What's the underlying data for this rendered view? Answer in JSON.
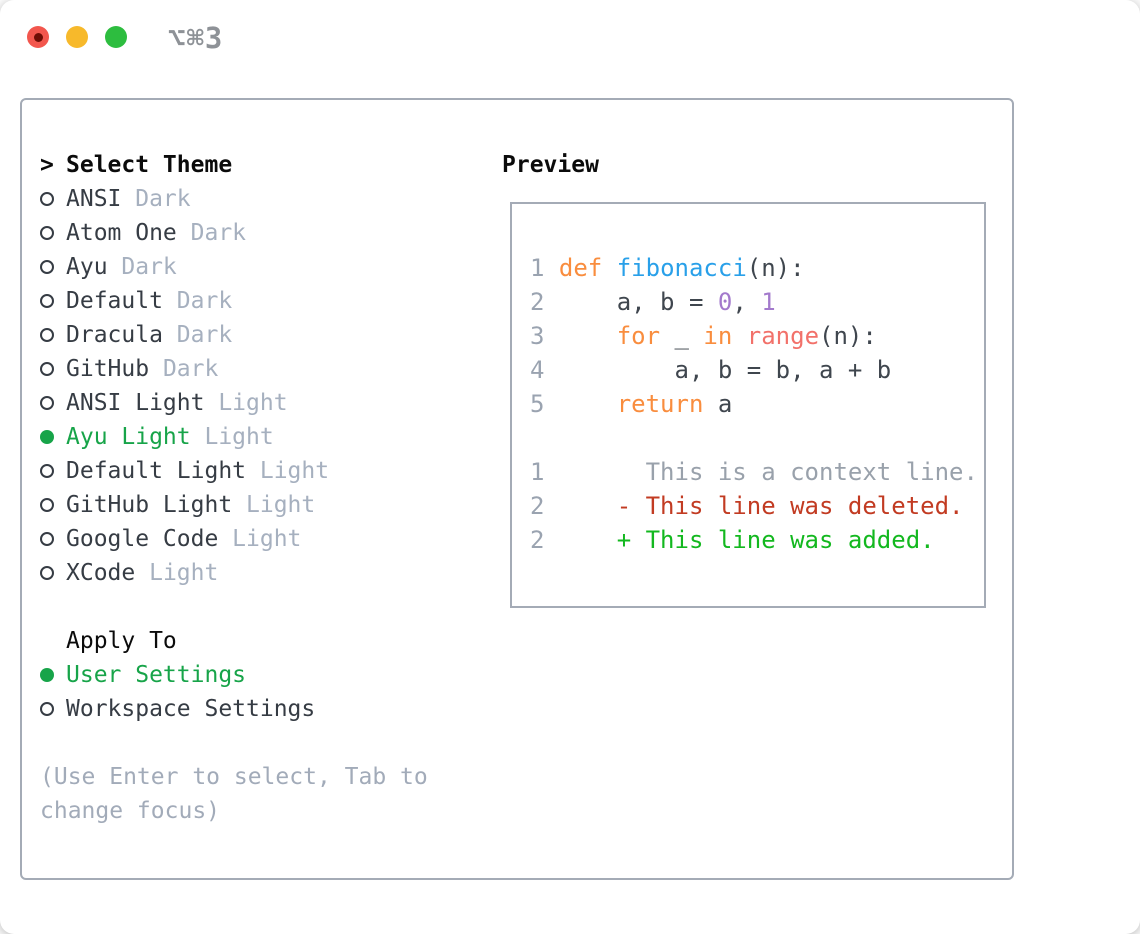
{
  "titlebar": {
    "shortcut": "⌥⌘3"
  },
  "theme_panel": {
    "cursor": ">",
    "title": "Select Theme",
    "items": [
      {
        "name": "ANSI",
        "variant": "Dark",
        "selected": false
      },
      {
        "name": "Atom One",
        "variant": "Dark",
        "selected": false
      },
      {
        "name": "Ayu",
        "variant": "Dark",
        "selected": false
      },
      {
        "name": "Default",
        "variant": "Dark",
        "selected": false
      },
      {
        "name": "Dracula",
        "variant": "Dark",
        "selected": false
      },
      {
        "name": "GitHub",
        "variant": "Dark",
        "selected": false
      },
      {
        "name": "ANSI Light",
        "variant": "Light",
        "selected": false
      },
      {
        "name": "Ayu Light",
        "variant": "Light",
        "selected": true
      },
      {
        "name": "Default Light",
        "variant": "Light",
        "selected": false
      },
      {
        "name": "GitHub Light",
        "variant": "Light",
        "selected": false
      },
      {
        "name": "Google Code",
        "variant": "Light",
        "selected": false
      },
      {
        "name": "XCode",
        "variant": "Light",
        "selected": false
      }
    ]
  },
  "apply_panel": {
    "title": "Apply To",
    "items": [
      {
        "name": "User Settings",
        "selected": true
      },
      {
        "name": "Workspace Settings",
        "selected": false
      }
    ]
  },
  "hint": {
    "line1": "(Use Enter to select, Tab to",
    "line2": "change focus)"
  },
  "preview": {
    "title": "Preview",
    "lines": [
      {
        "num": "1",
        "kind": "code",
        "tokens": [
          {
            "t": "def",
            "c": "kw"
          },
          {
            "t": " ",
            "c": "plain"
          },
          {
            "t": "fibonacci",
            "c": "fn"
          },
          {
            "t": "(n):",
            "c": "plain"
          }
        ]
      },
      {
        "num": "2",
        "kind": "code",
        "tokens": [
          {
            "t": "    a, b = ",
            "c": "plain"
          },
          {
            "t": "0",
            "c": "num"
          },
          {
            "t": ", ",
            "c": "plain"
          },
          {
            "t": "1",
            "c": "num"
          }
        ]
      },
      {
        "num": "3",
        "kind": "code",
        "tokens": [
          {
            "t": "    ",
            "c": "plain"
          },
          {
            "t": "for",
            "c": "kw"
          },
          {
            "t": " _ ",
            "c": "plain"
          },
          {
            "t": "in",
            "c": "kw"
          },
          {
            "t": " ",
            "c": "plain"
          },
          {
            "t": "range",
            "c": "builtin"
          },
          {
            "t": "(n):",
            "c": "plain"
          }
        ]
      },
      {
        "num": "4",
        "kind": "code",
        "tokens": [
          {
            "t": "        a, b = b, a + b",
            "c": "plain"
          }
        ]
      },
      {
        "num": "5",
        "kind": "code",
        "tokens": [
          {
            "t": "    ",
            "c": "plain"
          },
          {
            "t": "return",
            "c": "kw"
          },
          {
            "t": " a",
            "c": "plain"
          }
        ]
      },
      {
        "num": "",
        "kind": "blank",
        "tokens": []
      },
      {
        "num": "1",
        "kind": "context",
        "tokens": [
          {
            "t": "      This is a context line.",
            "c": "ctx"
          }
        ]
      },
      {
        "num": "2",
        "kind": "deleted",
        "tokens": [
          {
            "t": "    - This line was deleted.",
            "c": "del"
          }
        ]
      },
      {
        "num": "2",
        "kind": "added",
        "tokens": [
          {
            "t": "    + This line was added.",
            "c": "add"
          }
        ]
      }
    ]
  },
  "colors": {
    "keyword_orange": "#f98d3e",
    "function_blue": "#29a0e9",
    "builtin_coral": "#f2716a",
    "number_purple": "#a37acc",
    "code_plain": "#3f464e",
    "line_number_gray": "#9aa3b0",
    "context_gray": "#99a1ab",
    "deleted_red": "#c23b22",
    "added_green": "#13b81f",
    "selected_green": "#17a449",
    "variant_gray": "#a6b0bf",
    "hint_gray": "#a2abb9",
    "item_text": "#363c44",
    "title_black": "#0b0b0b",
    "border_gray": "#a4abb6",
    "shortcut_gray": "#8e9297",
    "traffic_red": "#f2564d",
    "traffic_red_dot": "#6e0d05",
    "traffic_yellow": "#f7b92b",
    "traffic_green": "#2dbd3f"
  }
}
